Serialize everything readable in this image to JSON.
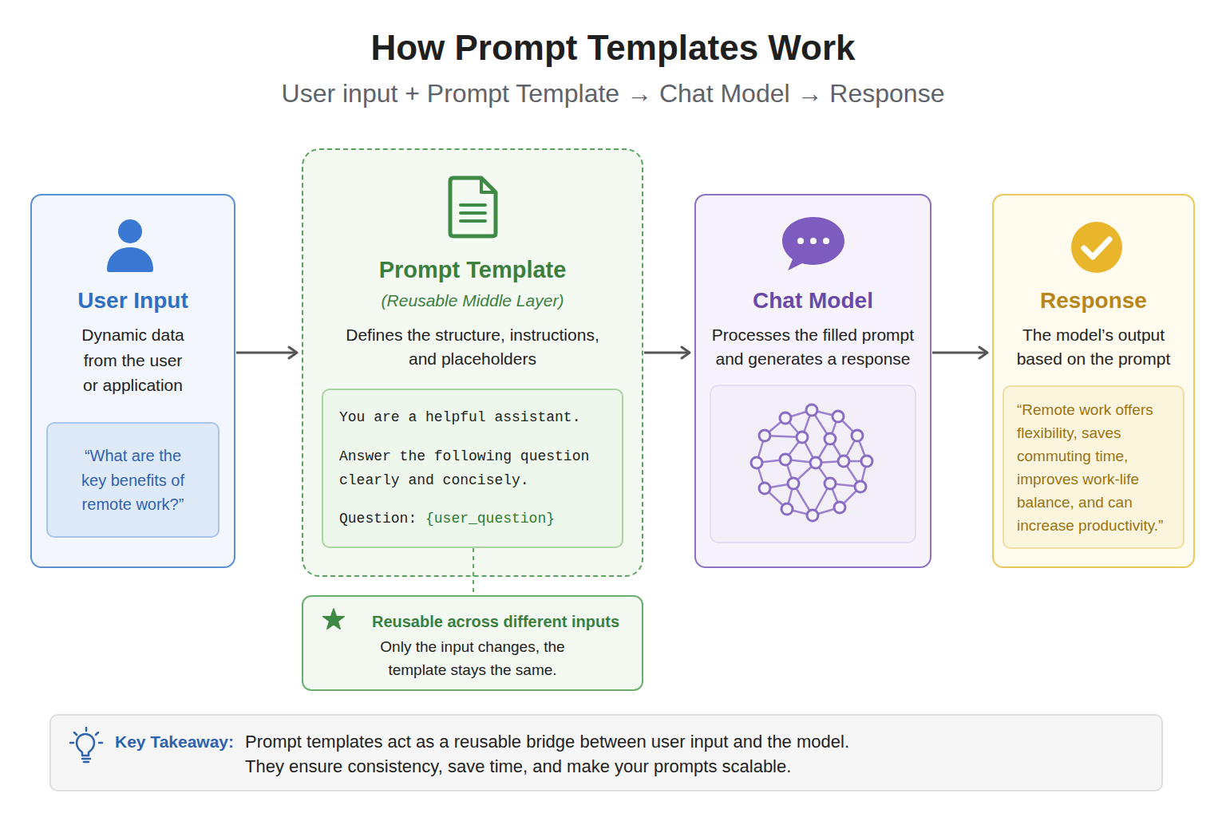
{
  "diagram": {
    "title": "How Prompt Templates Work",
    "nodes": [
      {
        "text": [
          "User Input",
          "Dynamic data from the user or application"
        ]
      },
      {
        "text": [
          "“What are the key benefits of remote work?”"
        ],
        "in": 0
      },
      {
        "text": [
          "Prompt Template",
          "(Reusable Middle Layer)",
          "Defines the structure, instructions, and placeholders"
        ]
      },
      {
        "text": [
          "You are a helpful assistant.",
          "Answer the following question clearly and concisely.",
          "Question:",
          "{user_question}"
        ],
        "in": 2
      },
      {
        "text": [
          "Reusable across different inputs",
          "Only the input changes, the template stays the same."
        ]
      },
      {
        "text": [
          "Chat Model",
          "Processes the filled prompt and generates a response"
        ]
      },
      {
        "text": [
          "Response",
          "The model’s output based on the prompt"
        ]
      },
      {
        "text": [
          "“Remote work offers flexibility, saves commuting time, improves work-life balance, and can increase productivity.”"
        ],
        "in": 6
      },
      {
        "text": [
          "Key Takeaway:",
          "Prompt templates act as a reusable bridge between user input and the model. They ensure consistency, save time, and make your prompts scalable."
        ]
      }
    ],
    "edges": [
      {
        "from": 0,
        "to": 2,
        "arrow": "to"
      },
      {
        "from": 2,
        "to": 5,
        "arrow": "to"
      },
      {
        "from": 5,
        "to": 6,
        "arrow": "to"
      },
      {
        "from": 3,
        "to": 4,
        "arrow": "none"
      }
    ],
    "labels": [
      "User input + Prompt Template → Chat Model → Response"
    ]
  }
}
